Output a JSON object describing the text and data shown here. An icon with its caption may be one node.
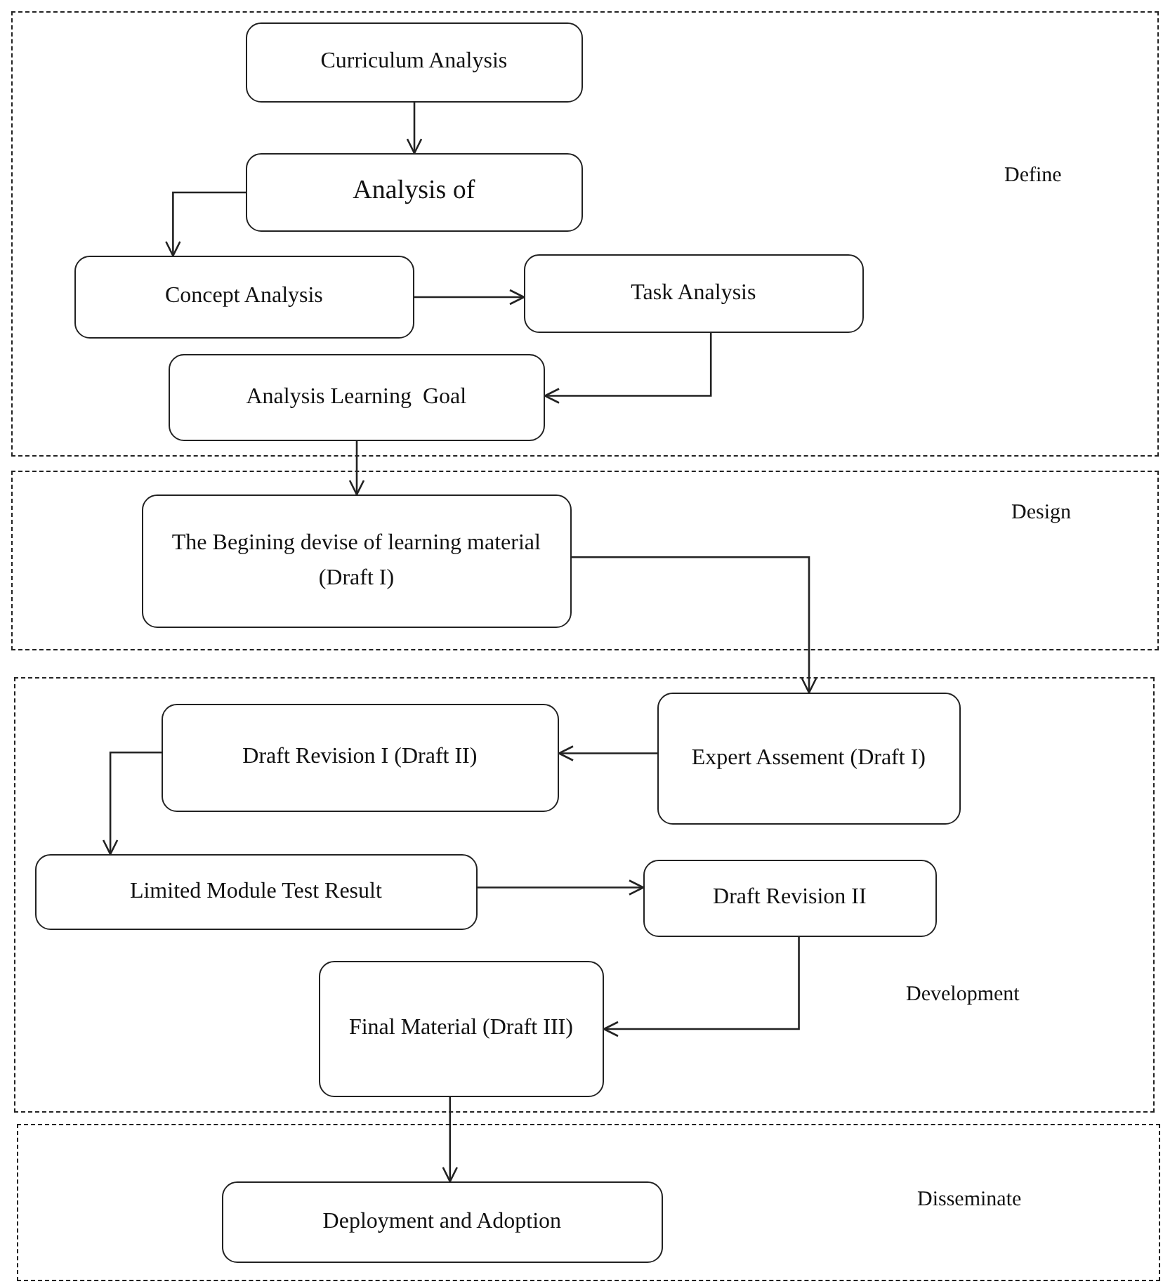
{
  "diagram": {
    "nodes": [
      {
        "text": [
          "Define"
        ]
      },
      {
        "text": [
          "Curriculum Analysis"
        ],
        "in": 0
      },
      {
        "text": [
          "Analysis of"
        ],
        "in": 0
      },
      {
        "text": [
          "Concept Analysis"
        ],
        "in": 0
      },
      {
        "text": [
          "Task Analysis"
        ],
        "in": 0
      },
      {
        "text": [
          "Analysis Learning  Goal"
        ],
        "in": 0
      },
      {
        "text": [
          "Design"
        ]
      },
      {
        "text": [
          "The Begining devise of learning material  (Draft I)"
        ],
        "in": 6
      },
      {
        "text": [
          "Development"
        ]
      },
      {
        "text": [
          "Expert Assement (Draft I)"
        ],
        "in": 8
      },
      {
        "text": [
          "Draft Revision I (Draft II)"
        ],
        "in": 8
      },
      {
        "text": [
          "Limited Module Test Result"
        ],
        "in": 8
      },
      {
        "text": [
          "Draft Revision II"
        ],
        "in": 8
      },
      {
        "text": [
          "Final Material (Draft III)"
        ],
        "in": 8
      },
      {
        "text": [
          "Disseminate"
        ]
      },
      {
        "text": [
          "Deployment and Adoption"
        ],
        "in": 14
      }
    ],
    "edges": [
      {
        "from": 1,
        "to": 2,
        "arrow": "to"
      },
      {
        "from": 2,
        "to": 3,
        "arrow": "to"
      },
      {
        "from": 3,
        "to": 4,
        "arrow": "to"
      },
      {
        "from": 4,
        "to": 5,
        "arrow": "to"
      },
      {
        "from": 5,
        "to": 7,
        "arrow": "to"
      },
      {
        "from": 7,
        "to": 9,
        "arrow": "to"
      },
      {
        "from": 9,
        "to": 10,
        "arrow": "to"
      },
      {
        "from": 10,
        "to": 11,
        "arrow": "to"
      },
      {
        "from": 11,
        "to": 12,
        "arrow": "to"
      },
      {
        "from": 12,
        "to": 13,
        "arrow": "to"
      },
      {
        "from": 13,
        "to": 15,
        "arrow": "to"
      }
    ]
  }
}
